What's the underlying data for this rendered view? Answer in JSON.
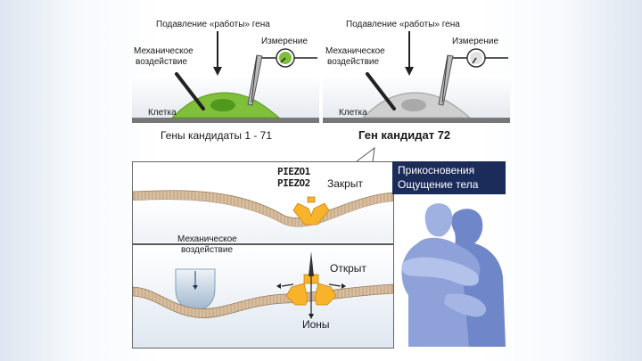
{
  "top_left": {
    "suppression_label": "Подавление «работы» гена",
    "mechanical_label": "Механическое воздействие",
    "mechanical_line1": "Механическое",
    "mechanical_line2": "воздействие",
    "measurement_label": "Измерение",
    "cell_label": "Клетка",
    "caption": "Гены кандидаты 1 - 71"
  },
  "top_right": {
    "suppression_label": "Подавление «работы» гена",
    "mechanical_line1": "Механическое",
    "mechanical_line2": "воздействие",
    "measurement_label": "Измерение",
    "cell_label": "Клетка",
    "caption": "Ген кандидат 72"
  },
  "bottom": {
    "piezo1": "PIEZO1",
    "piezo2": "PIEZO2",
    "closed_label": "Закрыт",
    "open_label": "Открыт",
    "ions_label": "Ионы",
    "mechanical_line1": "Механическое",
    "mechanical_line2": "воздействие"
  },
  "touch_panel": {
    "line1": "Прикосновения",
    "line2": "Ощущение тела"
  },
  "colors": {
    "cell_green": "#7fbf3a",
    "cell_grey": "#cfcfcf",
    "channel_orange": "#f7b329",
    "membrane_tan": "#d8bfa0",
    "touch_header": "#1b2b5a",
    "figure_blue": "#6f86c9"
  }
}
